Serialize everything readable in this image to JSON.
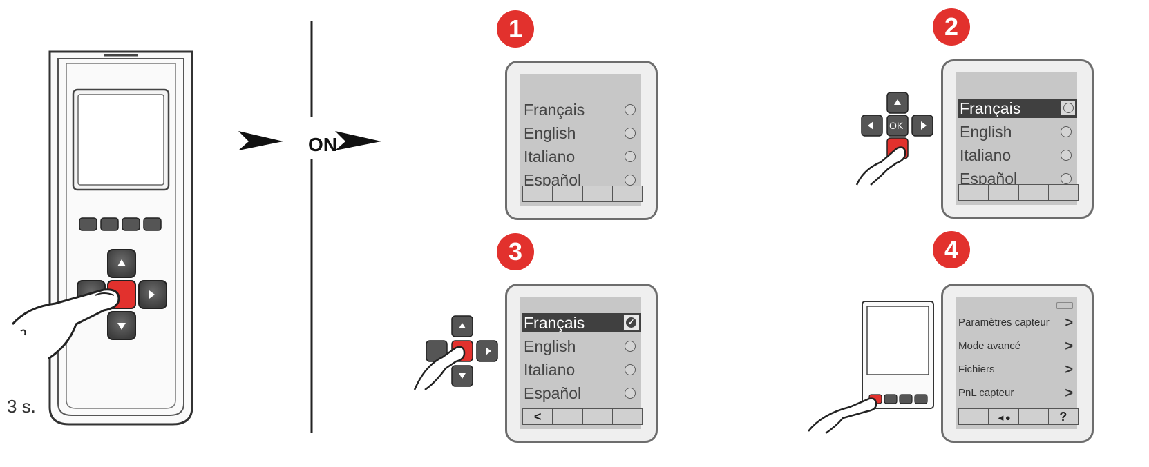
{
  "on_label": "ON",
  "duration_label": "3 s.",
  "steps": [
    {
      "number": "1",
      "languages": [
        "Français",
        "English",
        "Italiano",
        "Español"
      ],
      "softkeys": [
        "",
        "",
        "",
        ""
      ]
    },
    {
      "number": "2",
      "languages": [
        "Français",
        "English",
        "Italiano",
        "Español"
      ],
      "softkeys": [
        "",
        "",
        "",
        ""
      ],
      "ok_label": "OK"
    },
    {
      "number": "3",
      "languages": [
        "Français",
        "English",
        "Italiano",
        "Español"
      ],
      "softkeys": [
        "<",
        "",
        "",
        ""
      ],
      "check_glyph": "✓"
    },
    {
      "number": "4",
      "menu": [
        {
          "label": "Paramètres capteur"
        },
        {
          "label": "Mode avancé"
        },
        {
          "label": "Fichiers"
        },
        {
          "label": "PnL capteur"
        }
      ],
      "softkeys": [
        "",
        "",
        "",
        "?"
      ],
      "chevron": ">"
    }
  ],
  "colors": {
    "accent": "#e2312d",
    "outline": "#333333",
    "screen": "#c7c7c7"
  }
}
